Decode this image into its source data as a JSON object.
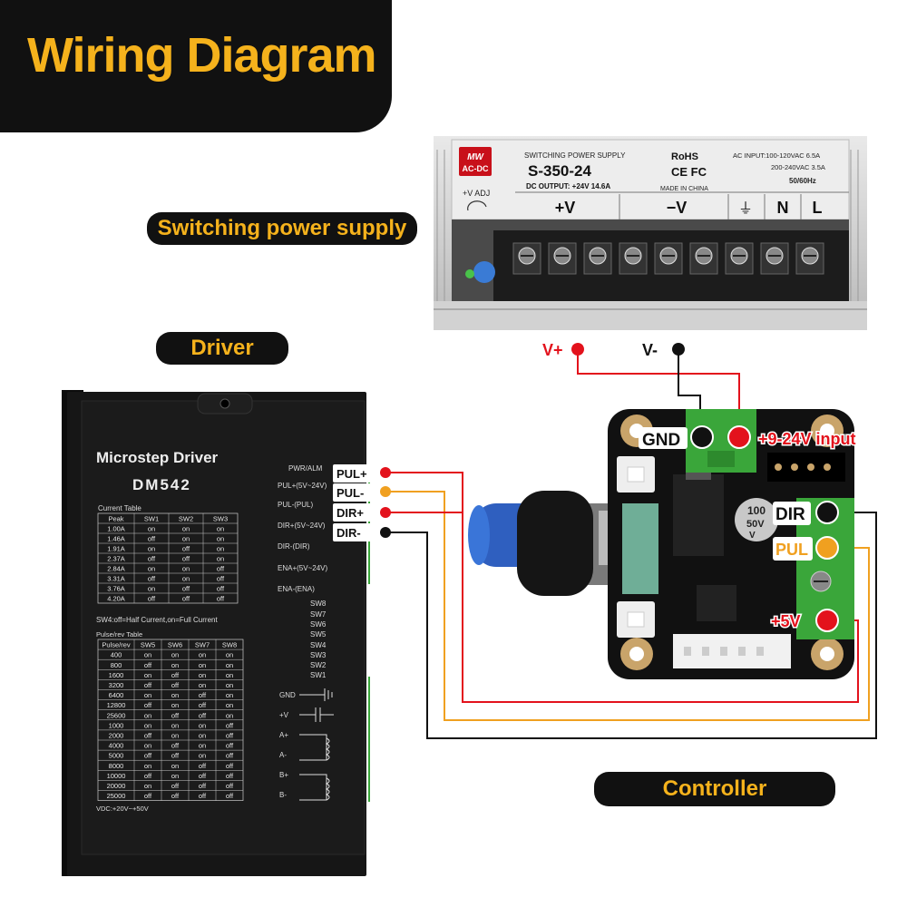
{
  "title": "Wiring Diagram",
  "labels": {
    "psu": "Switching power supply",
    "driver": "Driver",
    "controller": "Controller"
  },
  "psu": {
    "brand_top": "MW",
    "brand_bottom": "AC-DC",
    "type": "SWITCHING POWER SUPPLY",
    "model": "S-350-24",
    "output": "DC OUTPUT:  +24V   14.6A",
    "rohs": "RoHS",
    "ce": "CE FC",
    "made": "MADE IN CHINA",
    "ac_input_1": "AC INPUT:100-120VAC  6.5A",
    "ac_input_2": "200-240VAC  3.5A",
    "freq": "50/60Hz",
    "vadj": "+V ADJ",
    "terms": [
      "+V",
      "−V",
      "⏚",
      "N",
      "L"
    ]
  },
  "driver": {
    "name": "Microstep Driver",
    "model": "DM542",
    "current_table_title": "Current Table",
    "current_headers": [
      "Peak",
      "SW1",
      "SW2",
      "SW3"
    ],
    "current_rows": [
      [
        "1.00A",
        "on",
        "on",
        "on"
      ],
      [
        "1.46A",
        "off",
        "on",
        "on"
      ],
      [
        "1.91A",
        "on",
        "off",
        "on"
      ],
      [
        "2.37A",
        "off",
        "off",
        "on"
      ],
      [
        "2.84A",
        "on",
        "on",
        "off"
      ],
      [
        "3.31A",
        "off",
        "on",
        "off"
      ],
      [
        "3.76A",
        "on",
        "off",
        "off"
      ],
      [
        "4.20A",
        "off",
        "off",
        "off"
      ]
    ],
    "sw4_note": "SW4:off=Half Current,on=Full Current",
    "pulse_table_title": "Pulse/rev Table",
    "pulse_headers": [
      "Pulse/rev",
      "SW5",
      "SW6",
      "SW7",
      "SW8"
    ],
    "pulse_rows": [
      [
        "400",
        "on",
        "on",
        "on",
        "on"
      ],
      [
        "800",
        "off",
        "on",
        "on",
        "on"
      ],
      [
        "1600",
        "on",
        "off",
        "on",
        "on"
      ],
      [
        "3200",
        "off",
        "off",
        "on",
        "on"
      ],
      [
        "6400",
        "on",
        "on",
        "off",
        "on"
      ],
      [
        "12800",
        "off",
        "on",
        "off",
        "on"
      ],
      [
        "25600",
        "on",
        "off",
        "off",
        "on"
      ],
      [
        "1000",
        "on",
        "on",
        "on",
        "off"
      ],
      [
        "2000",
        "off",
        "on",
        "on",
        "off"
      ],
      [
        "4000",
        "on",
        "off",
        "on",
        "off"
      ],
      [
        "5000",
        "off",
        "off",
        "on",
        "off"
      ],
      [
        "8000",
        "on",
        "on",
        "off",
        "off"
      ],
      [
        "10000",
        "off",
        "on",
        "off",
        "off"
      ],
      [
        "20000",
        "on",
        "off",
        "off",
        "off"
      ],
      [
        "25000",
        "off",
        "off",
        "off",
        "off"
      ]
    ],
    "vdc": "VDC:+20V~+50V",
    "signals": [
      "PWR/ALM",
      "PUL+(5V~24V)",
      "PUL-(PUL)",
      "DIR+(5V~24V)",
      "DIR-(DIR)",
      "ENA+(5V~24V)",
      "ENA-(ENA)"
    ],
    "switches": [
      "SW8",
      "SW7",
      "SW6",
      "SW5",
      "SW4",
      "SW3",
      "SW2",
      "SW1"
    ],
    "power": [
      "GND",
      "+V",
      "A+",
      "A-",
      "B+",
      "B-"
    ]
  },
  "driver_callouts": [
    "PUL+",
    "PUL-",
    "DIR+",
    "DIR-"
  ],
  "supply_callouts": [
    "V+",
    "V-"
  ],
  "controller": {
    "gnd": "GND",
    "input": "+9-24V input",
    "dir": "DIR",
    "pul": "PUL",
    "v5": "+5V",
    "cap_1": "100",
    "cap_2": "50V",
    "cap_3": "V"
  },
  "colors": {
    "accent": "#f5b21c",
    "red_wire": "#e3121c",
    "orange_wire": "#f0a020",
    "black_wire": "#111111",
    "terminal_green": "#3aa63a",
    "pcb": "#111111"
  }
}
